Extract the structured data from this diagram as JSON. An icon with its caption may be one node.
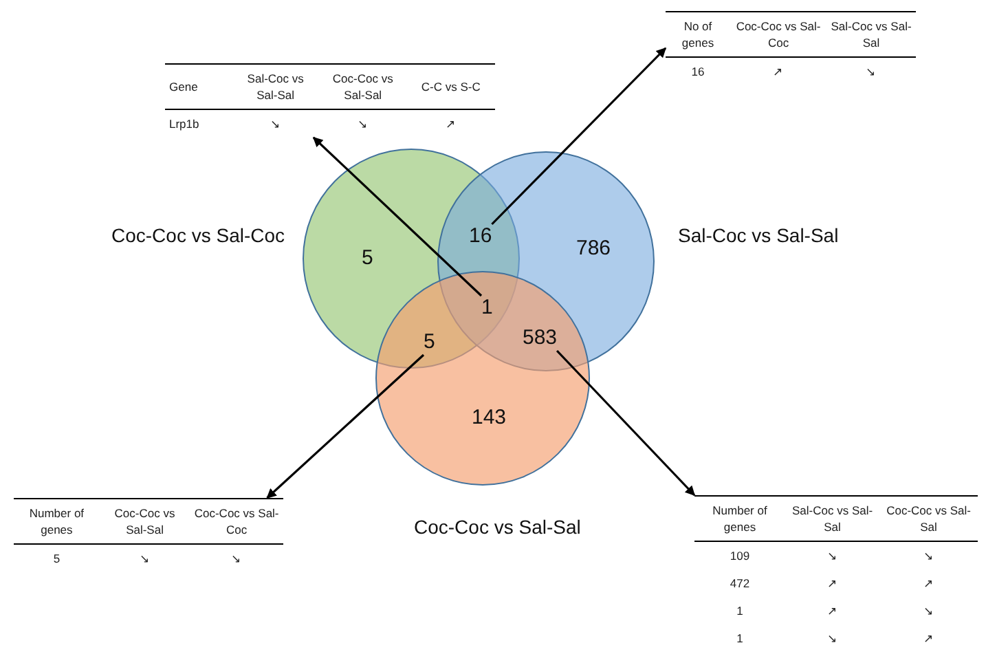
{
  "diagram": {
    "nodes": [
      {
        "text": [
          "Gene",
          "Sal-Coc vs Sal-Sal",
          "Coc-Coc vs Sal-Sal",
          "C-C vs S-C",
          "Lrp1b",
          "↘",
          "↘",
          "↗"
        ]
      },
      {
        "text": [
          "No of genes",
          "Coc-Coc vs Sal-Coc",
          "Sal-Coc vs Sal-Sal",
          "16",
          "↗",
          "↘"
        ]
      },
      {
        "text": [
          "Coc-Coc vs Sal-Coc"
        ]
      },
      {
        "text": [
          "5"
        ],
        "in": 2
      },
      {
        "text": [
          "16"
        ]
      },
      {
        "text": [
          "Sal-Coc vs Sal-Sal"
        ]
      },
      {
        "text": [
          "786"
        ],
        "in": 5
      },
      {
        "text": [
          "1"
        ]
      },
      {
        "text": [
          "5"
        ]
      },
      {
        "text": [
          "583"
        ]
      },
      {
        "text": [
          "Coc-Coc vs Sal-Sal"
        ]
      },
      {
        "text": [
          "143"
        ],
        "in": 10
      },
      {
        "text": [
          "Number of genes",
          "Coc-Coc vs Sal-Sal",
          "Coc-Coc vs Sal-Coc",
          "5",
          "↘",
          "↘"
        ]
      },
      {
        "text": [
          "Number of genes",
          "Sal-Coc vs Sal-Sal",
          "Coc-Coc vs Sal-Sal",
          "109",
          "↘",
          "↘",
          "472",
          "↗",
          "↗",
          "1",
          "↗",
          "↘",
          "1",
          "↘",
          "↗"
        ]
      }
    ],
    "edges": [
      {
        "from": 7,
        "to": 0,
        "arrow": "to"
      },
      {
        "from": 4,
        "to": 1,
        "arrow": "to"
      },
      {
        "from": 8,
        "to": 12,
        "arrow": "to"
      },
      {
        "from": 9,
        "to": 13,
        "arrow": "to"
      }
    ]
  }
}
